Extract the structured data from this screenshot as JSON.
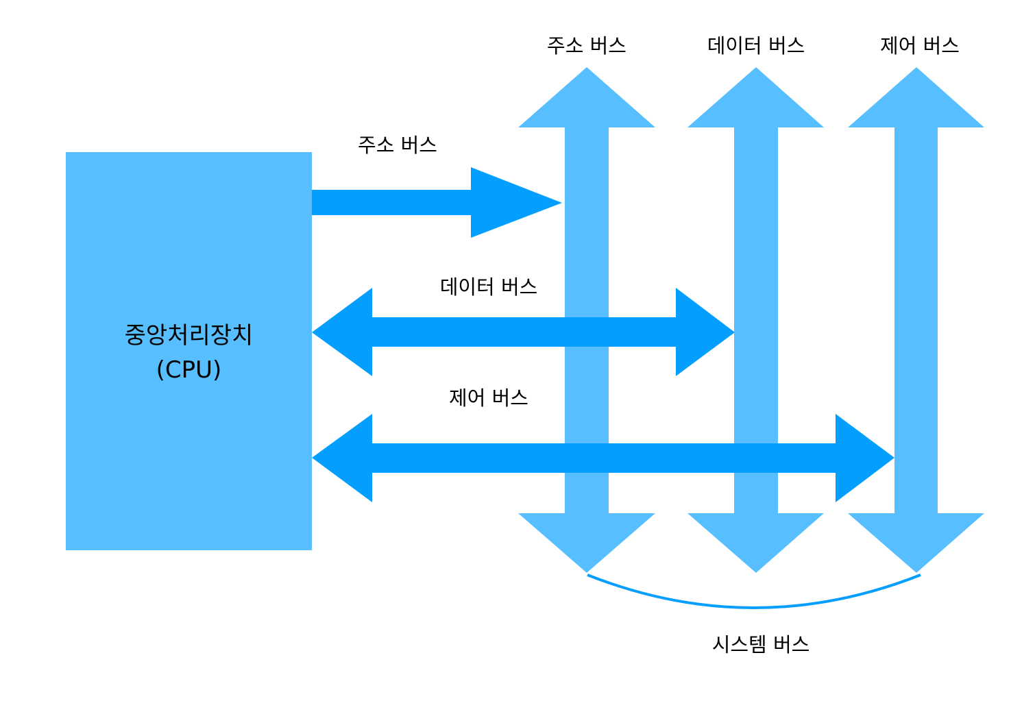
{
  "colors": {
    "system_bus": "#57BFFF",
    "cpu_box": "#57BFFF",
    "cpu_arrows": "#049EFF",
    "bracket": "#049EFF",
    "text": "#000000"
  },
  "cpu": {
    "name": "중앙처리장치",
    "abbr": "(CPU)"
  },
  "top_labels": {
    "address": "주소 버스",
    "data": "데이터 버스",
    "control": "제어 버스"
  },
  "cpu_arrow_labels": {
    "address": "주소 버스",
    "data": "데이터 버스",
    "control": "제어 버스"
  },
  "system_bus_label": "시스템 버스"
}
